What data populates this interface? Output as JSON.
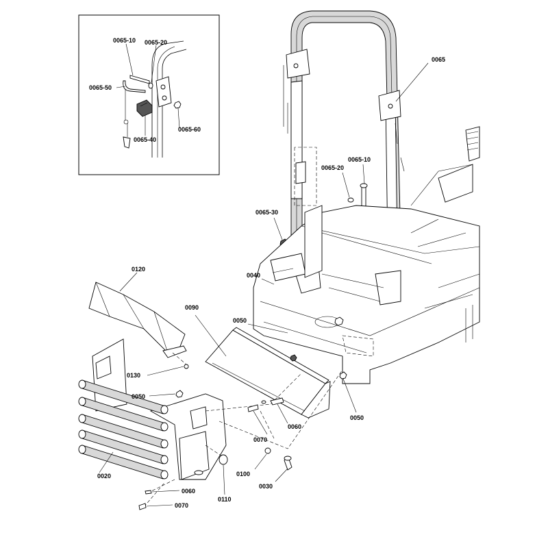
{
  "diagram": {
    "labels": {
      "p0065": "0065",
      "p0065_10": "0065-10",
      "p0065_20": "0065-20",
      "p0065_30": "0065-30",
      "p0040": "0040",
      "p0050_a": "0050",
      "p0050_b": "0050",
      "p0050_c": "0050",
      "p0090": "0090",
      "p0120": "0120",
      "p0130": "0130",
      "p0020": "0020",
      "p0060_a": "0060",
      "p0060_b": "0060",
      "p0070_a": "0070",
      "p0070_b": "0070",
      "p0100": "0100",
      "p0110": "0110",
      "p0030": "0030"
    },
    "inset": {
      "p0065_10": "0065-10",
      "p0065_20": "0065-20",
      "p0065_50": "0065-50",
      "p0065_40": "0065-40",
      "p0065_60": "0065-60"
    }
  }
}
